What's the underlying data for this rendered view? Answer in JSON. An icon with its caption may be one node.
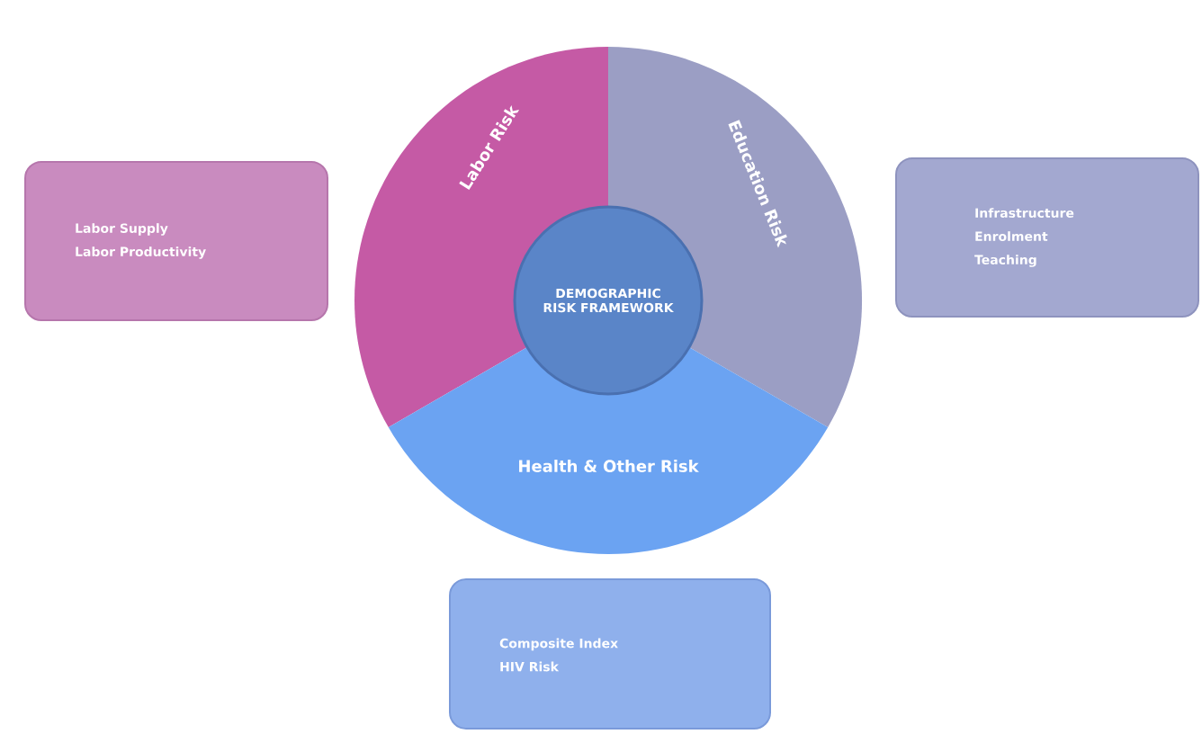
{
  "diagram": {
    "nodes": [
      {
        "text": [
          "DEMOGRAPHIC RISK FRAMEWORK"
        ]
      },
      {
        "text": [
          "Labor Risk"
        ]
      },
      {
        "text": [
          "Education Risk"
        ]
      },
      {
        "text": [
          "Health & Other Risk"
        ]
      },
      {
        "text": [
          "Labor Supply",
          "Labor Productivity"
        ]
      },
      {
        "text": [
          "Infrastructure",
          "Enrolment",
          "Teaching"
        ]
      },
      {
        "text": [
          "Composite Index",
          "HIV Risk"
        ]
      }
    ]
  }
}
